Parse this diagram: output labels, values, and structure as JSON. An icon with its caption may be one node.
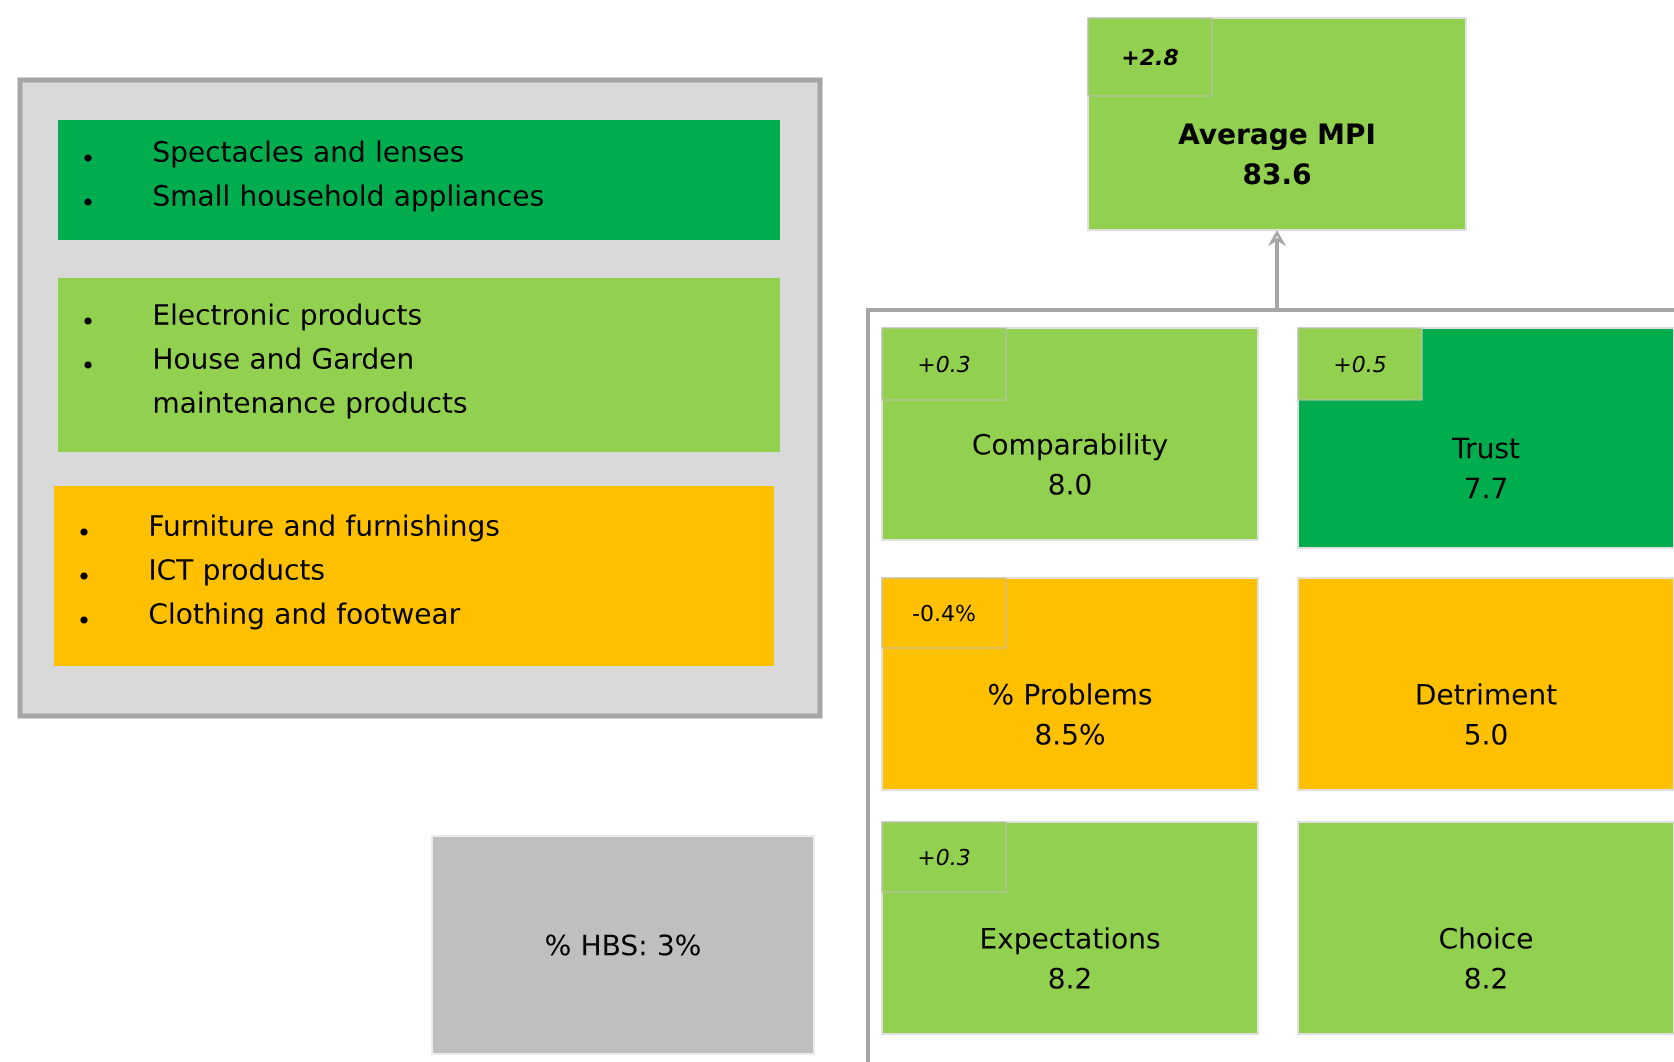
{
  "diagram": {
    "nodes": [
      {
        "text": [],
        "shape": "box"
      },
      {
        "text": [
          "Spectacles and lenses",
          "Small household appliances"
        ],
        "in": 0
      },
      {
        "text": [
          "Electronic products",
          "House and Garden maintenance products"
        ],
        "in": 0
      },
      {
        "text": [
          "Furniture and furnishings",
          "ICT products",
          "Clothing and footwear"
        ],
        "in": 0
      },
      {
        "text": [
          "Average MPI",
          "83.6"
        ]
      },
      {
        "text": [
          "+2.8"
        ],
        "in": 4
      },
      {
        "text": [],
        "shape": "box"
      },
      {
        "text": [
          "Comparability",
          "8.0"
        ],
        "in": 6
      },
      {
        "text": [
          "+0.3"
        ],
        "in": 7
      },
      {
        "text": [
          "Trust",
          "7.7"
        ],
        "in": 6
      },
      {
        "text": [
          "+0.5"
        ],
        "in": 9
      },
      {
        "text": [
          "% Problems",
          "8.5%"
        ],
        "in": 6
      },
      {
        "text": [
          "-0.4%"
        ],
        "in": 11
      },
      {
        "text": [
          "Detriment",
          "5.0"
        ],
        "in": 6
      },
      {
        "text": [
          "Expectations",
          "8.2"
        ],
        "in": 6
      },
      {
        "text": [
          "+0.3"
        ],
        "in": 14
      },
      {
        "text": [
          "Choice",
          "8.2"
        ],
        "in": 6
      },
      {
        "text": [
          "% HBS: 3%"
        ]
      }
    ],
    "edges": [
      {
        "from": 6,
        "to": 4,
        "arrow": "to"
      }
    ]
  }
}
